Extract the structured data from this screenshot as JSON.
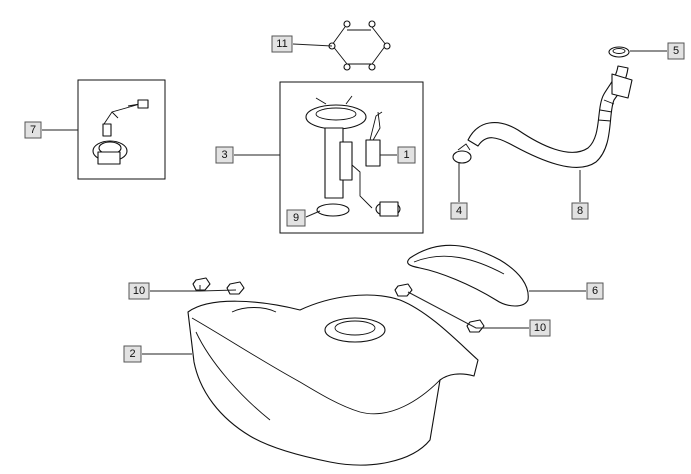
{
  "callouts": [
    {
      "id": "callout-1",
      "label": "1"
    },
    {
      "id": "callout-2",
      "label": "2"
    },
    {
      "id": "callout-3",
      "label": "3"
    },
    {
      "id": "callout-4",
      "label": "4"
    },
    {
      "id": "callout-5",
      "label": "5"
    },
    {
      "id": "callout-6",
      "label": "6"
    },
    {
      "id": "callout-7",
      "label": "7"
    },
    {
      "id": "callout-8",
      "label": "8"
    },
    {
      "id": "callout-9",
      "label": "9"
    },
    {
      "id": "callout-10a",
      "label": "10"
    },
    {
      "id": "callout-10b",
      "label": "10"
    },
    {
      "id": "callout-11",
      "label": "11"
    }
  ]
}
